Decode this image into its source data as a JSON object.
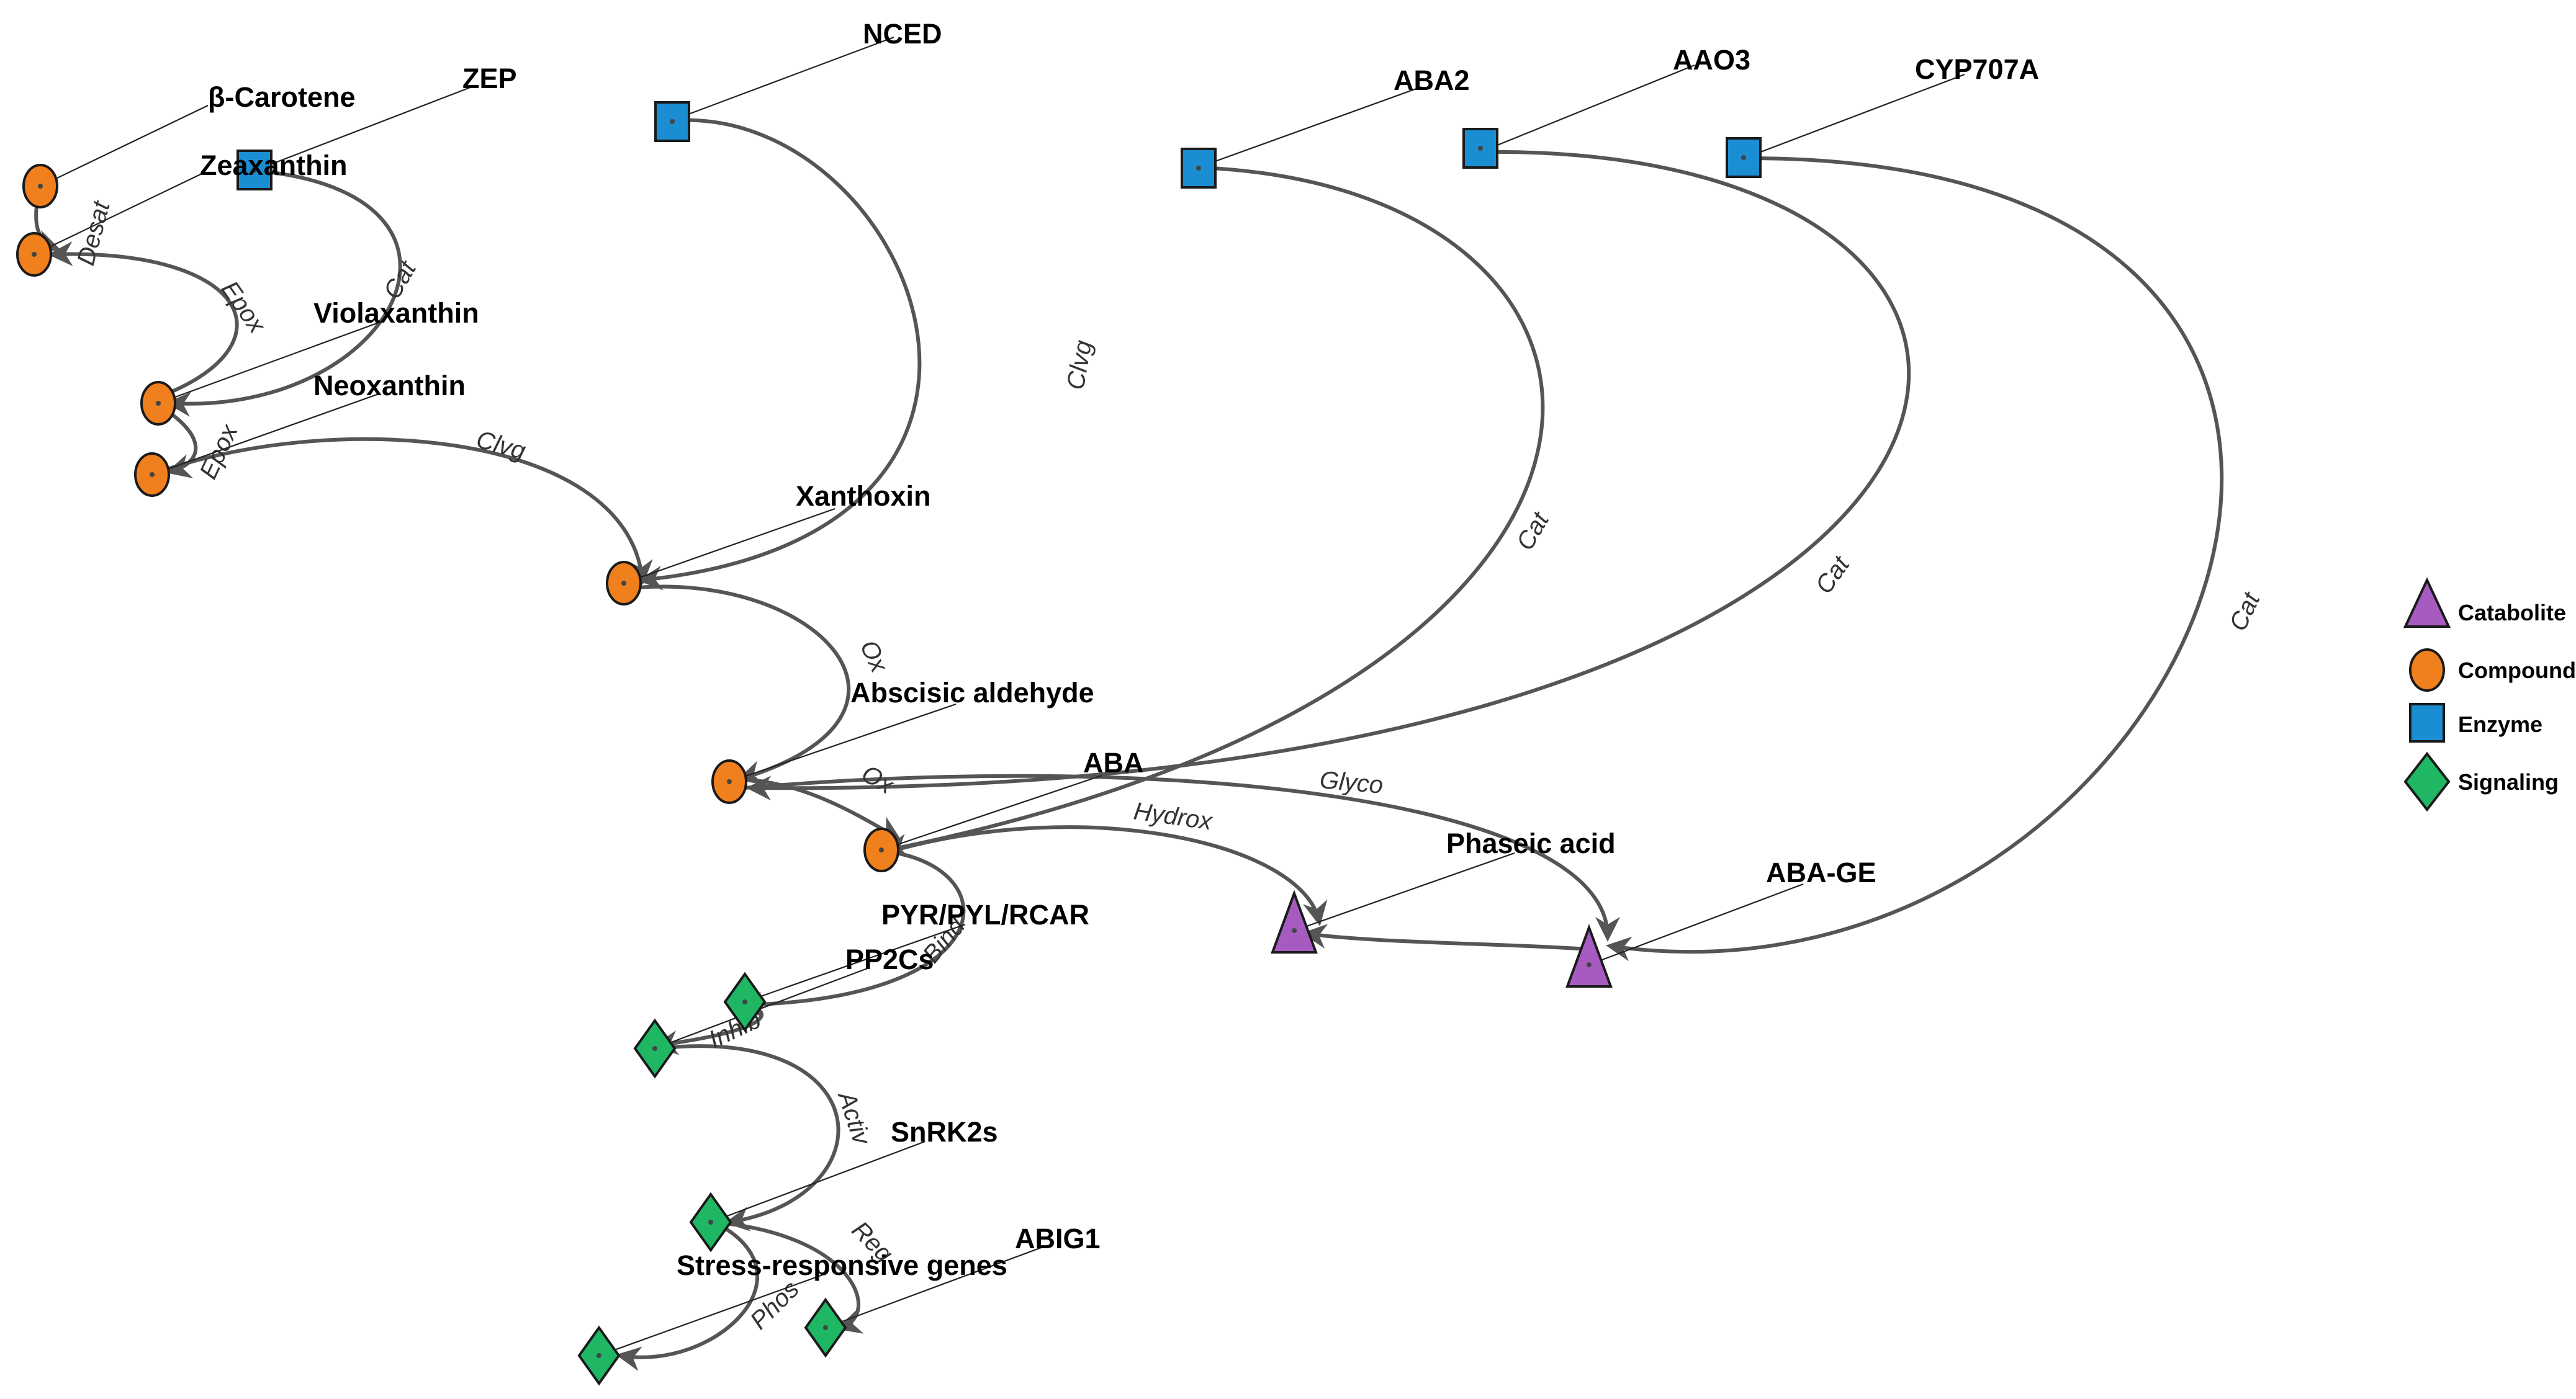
{
  "colors": {
    "compound": "#F07F1D",
    "enzyme": "#1B8DD2",
    "signaling": "#1FB764",
    "catabolite": "#A65BC0",
    "edge": "#555555"
  },
  "nodes": [
    {
      "id": "beta_carotene",
      "label": "β-Carotene",
      "type": "compound"
    },
    {
      "id": "zeaxanthin",
      "label": "Zeaxanthin",
      "type": "compound"
    },
    {
      "id": "violaxanthin",
      "label": "Violaxanthin",
      "type": "compound"
    },
    {
      "id": "neoxanthin",
      "label": "Neoxanthin",
      "type": "compound"
    },
    {
      "id": "xanthoxin",
      "label": "Xanthoxin",
      "type": "compound"
    },
    {
      "id": "abscisic_aldehyde",
      "label": "Abscisic aldehyde",
      "type": "compound"
    },
    {
      "id": "aba",
      "label": "ABA",
      "type": "compound"
    },
    {
      "id": "zep",
      "label": "ZEP",
      "type": "enzyme"
    },
    {
      "id": "nced",
      "label": "NCED",
      "type": "enzyme"
    },
    {
      "id": "aba2",
      "label": "ABA2",
      "type": "enzyme"
    },
    {
      "id": "aao3",
      "label": "AAO3",
      "type": "enzyme"
    },
    {
      "id": "cyp707a",
      "label": "CYP707A",
      "type": "enzyme"
    },
    {
      "id": "phaseic_acid",
      "label": "Phaseic acid",
      "type": "catabolite"
    },
    {
      "id": "aba_ge",
      "label": "ABA-GE",
      "type": "catabolite"
    },
    {
      "id": "pyr",
      "label": "PYR/PYL/RCAR",
      "type": "signaling"
    },
    {
      "id": "pp2cs",
      "label": "PP2Cs",
      "type": "signaling"
    },
    {
      "id": "snrk2s",
      "label": "SnRK2s",
      "type": "signaling"
    },
    {
      "id": "stress_genes",
      "label": "Stress-responsive genes",
      "type": "signaling"
    },
    {
      "id": "abig1",
      "label": "ABIG1",
      "type": "signaling"
    }
  ],
  "edges": [
    {
      "id": "e_desat",
      "label": "Desat",
      "from": "beta_carotene",
      "to": "zeaxanthin"
    },
    {
      "id": "e_epox1",
      "label": "Epox",
      "from": "zeaxanthin",
      "to": "violaxanthin"
    },
    {
      "id": "e_cat_zep",
      "label": "Cat",
      "from": "zep",
      "to": "violaxanthin"
    },
    {
      "id": "e_epox2",
      "label": "Epox",
      "from": "violaxanthin",
      "to": "neoxanthin"
    },
    {
      "id": "e_clvg1",
      "label": "Clvg",
      "from": "neoxanthin",
      "to": "xanthoxin"
    },
    {
      "id": "e_clvg2",
      "label": "Clvg",
      "from": "nced",
      "to": "xanthoxin"
    },
    {
      "id": "e_ox1",
      "label": "Ox",
      "from": "xanthoxin",
      "to": "abscisic_aldehyde"
    },
    {
      "id": "e_cat_aba2",
      "label": "Cat",
      "from": "aba2",
      "to": "aba"
    },
    {
      "id": "e_ox2",
      "label": "Ox",
      "from": "abscisic_aldehyde",
      "to": "aba"
    },
    {
      "id": "e_cat_aao3",
      "label": "Cat",
      "from": "aao3",
      "to": "abscisic_aldehyde"
    },
    {
      "id": "e_cat_cyp",
      "label": "Cat",
      "from": "cyp707a",
      "to": "phaseic_acid"
    },
    {
      "id": "e_hydrox",
      "label": "Hydrox",
      "from": "aba",
      "to": "phaseic_acid"
    },
    {
      "id": "e_glyco",
      "label": "Glyco",
      "from": "abscisic_aldehyde",
      "to": "aba_ge"
    },
    {
      "id": "e_bind",
      "label": "Bind",
      "from": "aba",
      "to": "pyr"
    },
    {
      "id": "e_inhib",
      "label": "Inhib",
      "from": "pyr",
      "to": "pp2cs"
    },
    {
      "id": "e_activ",
      "label": "Activ",
      "from": "pp2cs",
      "to": "snrk2s"
    },
    {
      "id": "e_reg",
      "label": "Reg",
      "from": "snrk2s",
      "to": "abig1"
    },
    {
      "id": "e_phos",
      "label": "Phos",
      "from": "snrk2s",
      "to": "stress_genes"
    }
  ],
  "legend": [
    {
      "type": "catabolite",
      "label": "Catabolite",
      "shape": "triangle"
    },
    {
      "type": "compound",
      "label": "Compound",
      "shape": "circle"
    },
    {
      "type": "enzyme",
      "label": "Enzyme",
      "shape": "square"
    },
    {
      "type": "signaling",
      "label": "Signaling",
      "shape": "diamond"
    }
  ]
}
